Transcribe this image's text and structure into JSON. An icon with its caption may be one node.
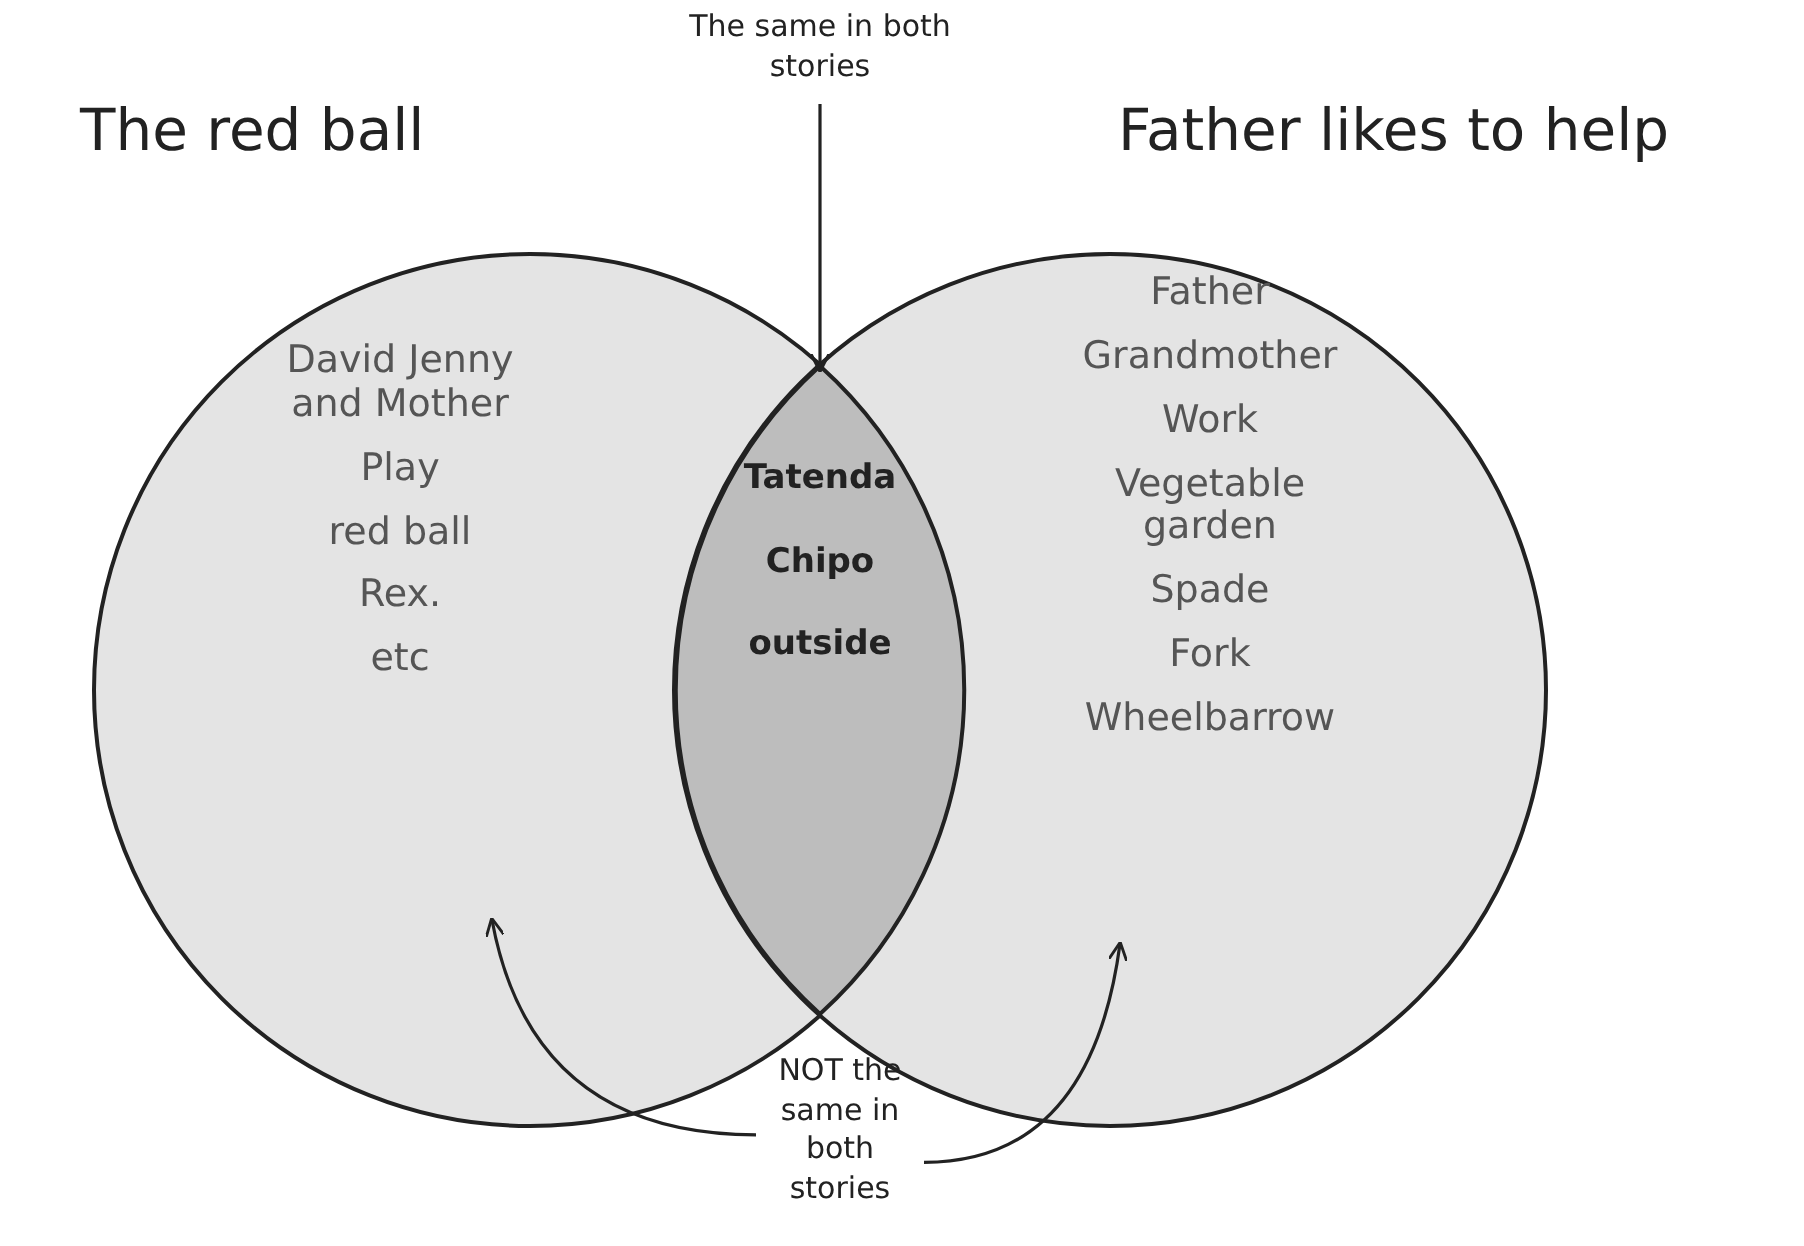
{
  "diagram": {
    "nodes": [
      {
        "text": [
          "The red ball",
          "David Jenny and Mother",
          "Play",
          "red ball",
          "Rex.",
          "etc"
        ]
      },
      {
        "text": [
          "The same in both stories"
        ]
      },
      {
        "text": [
          "Father likes to help",
          "Father",
          "Grandmother",
          "Work",
          "Vegetable garden",
          "Spade",
          "Fork",
          "Wheelbarrow"
        ]
      },
      {
        "text": [
          "Tatenda",
          "Chipo",
          "outside"
        ]
      },
      {
        "text": [
          "NOT the same in both stories"
        ]
      }
    ],
    "edges": [
      {
        "from": 1,
        "to": 3,
        "arrow": "to"
      },
      {
        "from": 4,
        "to": 0,
        "arrow": "to"
      },
      {
        "from": 4,
        "to": 2,
        "arrow": "to"
      }
    ]
  }
}
